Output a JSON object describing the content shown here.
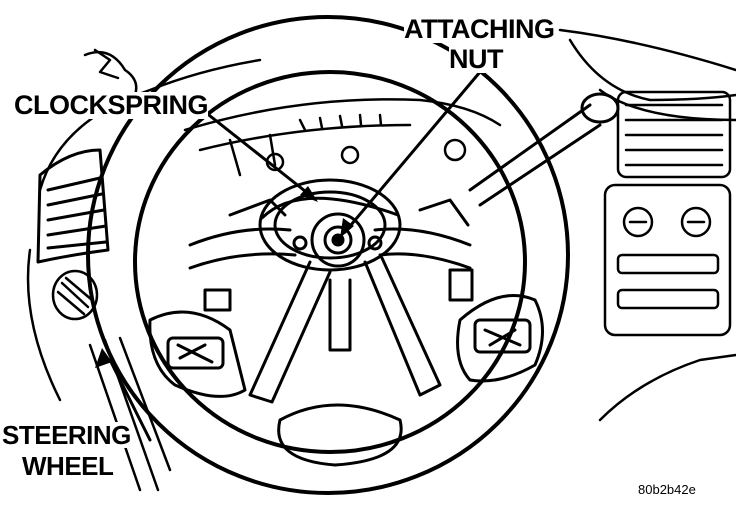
{
  "callouts": {
    "attaching_nut_line1": "ATTACHING",
    "attaching_nut_line2": "NUT",
    "clockspring": "CLOCKSPRING",
    "steering_wheel_line1": "STEERING",
    "steering_wheel_line2": "WHEEL"
  },
  "figure_id": "80b2b42e",
  "colors": {
    "ink": "#000000",
    "paper": "#ffffff"
  }
}
